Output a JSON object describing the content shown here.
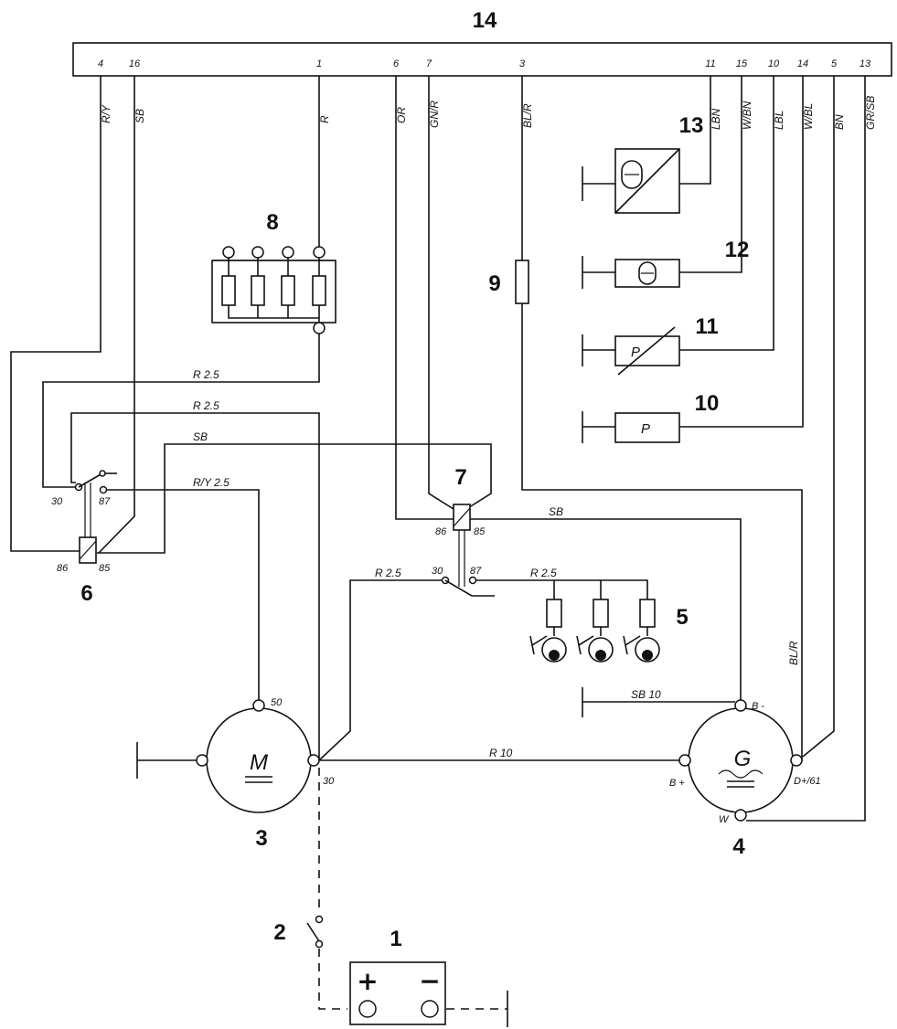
{
  "component_numbers": {
    "c1": "1",
    "c2": "2",
    "c3": "3",
    "c4": "4",
    "c5": "5",
    "c6": "6",
    "c7": "7",
    "c8": "8",
    "c9": "9",
    "c10": "10",
    "c11": "11",
    "c12": "12",
    "c13": "13",
    "c14": "14"
  },
  "connector_pins": [
    "4",
    "16",
    "1",
    "6",
    "7",
    "3",
    "11",
    "15",
    "10",
    "14",
    "5",
    "13"
  ],
  "wire_colors_top": [
    "R/Y",
    "SB",
    "R",
    "OR",
    "GN/R",
    "BL/R",
    "LBN",
    "W/BN",
    "LBL",
    "W/BL",
    "BN",
    "GR/SB"
  ],
  "wire_labels": {
    "r25_a": "R 2.5",
    "r25_b": "R 2.5",
    "sb_relay6": "SB",
    "ry25": "R/Y 2.5",
    "r25_c": "R 2.5",
    "r25_d": "R 2.5",
    "sb_relay7": "SB",
    "sb10": "SB 10",
    "r10": "R 10",
    "blr_vertical": "BL/R"
  },
  "relay6_pins": {
    "p30": "30",
    "p87": "87",
    "p86": "86",
    "p85": "85"
  },
  "relay7_pins": {
    "p30": "30",
    "p87": "87",
    "p86": "86",
    "p85": "85"
  },
  "starter": {
    "symbol": "M",
    "term_50": "50",
    "term_30": "30"
  },
  "alternator": {
    "symbol": "G",
    "term_b_minus": "B -",
    "term_b_plus": "B +",
    "term_d": "D+/61",
    "term_w": "W"
  },
  "sensor_symbols": {
    "s13": "θ",
    "s12": "θ",
    "s11": "P",
    "s10": "P"
  },
  "battery": {
    "plus": "+",
    "minus": "−"
  }
}
